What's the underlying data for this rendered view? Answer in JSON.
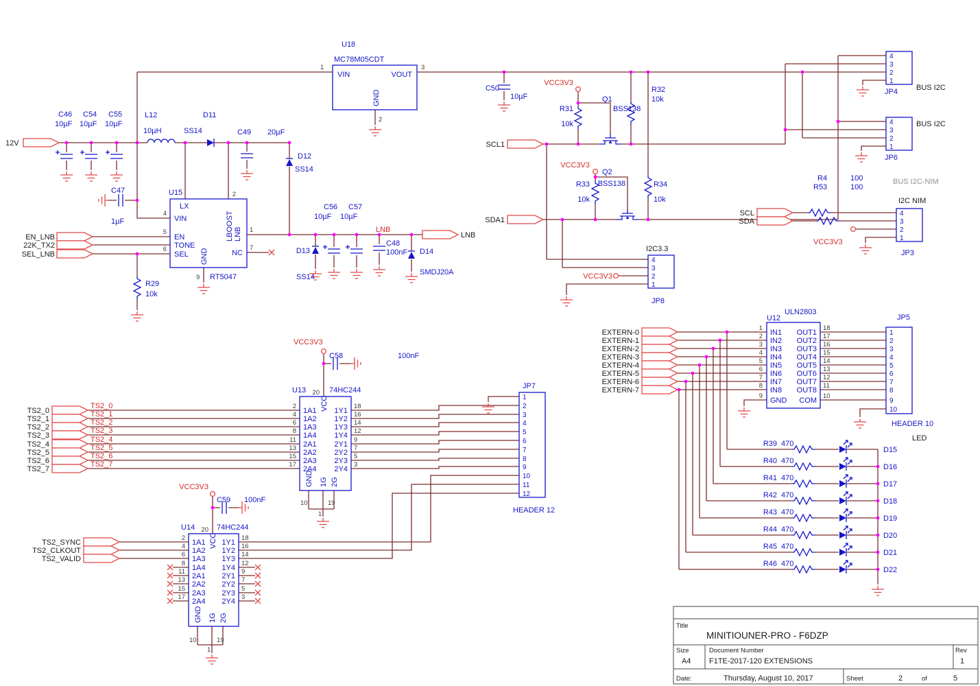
{
  "colors": {
    "wire": "#7c2d2d",
    "component": "#1414c8",
    "accent_red": "#e04848",
    "net_label": "#d42a2a",
    "junction": "#ff00ff",
    "muted": "#909090"
  },
  "power": {
    "v12": "12V",
    "c46": {
      "ref": "C46",
      "val": "10µF"
    },
    "c54": {
      "ref": "C54",
      "val": "10µF"
    },
    "c55": {
      "ref": "C55",
      "val": "10µF"
    },
    "l12": {
      "ref": "L12",
      "val": "10µH"
    },
    "d11": {
      "ref": "D11",
      "val": "SS14"
    },
    "c49": {
      "ref": "C49",
      "val": "20µF"
    },
    "u18": {
      "ref": "U18",
      "part": "MC78M05CDT",
      "vin": "VIN",
      "vout": "VOUT",
      "gnd": "GND",
      "n1": "1",
      "n3": "3",
      "n2": "2"
    },
    "c50": {
      "ref": "C50",
      "val": "10µF"
    },
    "c47": {
      "ref": "C47",
      "val": "1µF"
    },
    "u15": {
      "ref": "U15",
      "part": "RT5047",
      "vin": "VIN",
      "en": "EN",
      "tone": "TONE",
      "sel": "SEL",
      "n_vin": "4",
      "n_en": "5",
      "n_sel": "6",
      "lx": "LX",
      "lboost": "LBOOST",
      "n_lboost": "2",
      "lnb": "LNB",
      "n_lnb": "1",
      "nc": "NC",
      "n_nc": "7",
      "gnd": "GND",
      "n_gnd": "9"
    },
    "in_en": "EN_LNB",
    "in_tone": "22K_TX2",
    "in_sel": "SEL_LNB",
    "r29": {
      "ref": "R29",
      "val": "10k"
    },
    "d12": {
      "ref": "D12",
      "val": "SS14"
    },
    "d13": {
      "ref": "D13",
      "val": "SS14"
    },
    "c56": {
      "ref": "C56",
      "val": "10µF"
    },
    "c57": {
      "ref": "C57",
      "val": "10µF"
    },
    "c48": {
      "ref": "C48",
      "val": "100nF"
    },
    "d14": {
      "ref": "D14",
      "val": "SMDJ20A"
    },
    "lnb_net": "LNB",
    "lnb_conn": "LNB"
  },
  "i2c": {
    "vcc": "VCC3V3",
    "scl1": "SCL1",
    "sda1": "SDA1",
    "r31": {
      "ref": "R31",
      "val": "10k"
    },
    "r32": {
      "ref": "R32",
      "val": "10k"
    },
    "r33": {
      "ref": "R33",
      "val": "10k"
    },
    "r34": {
      "ref": "R34",
      "val": "10k"
    },
    "q1": {
      "ref": "Q1",
      "part": "BSS138"
    },
    "q2": {
      "ref": "Q2",
      "part": "BSS138"
    },
    "jp4": {
      "ref": "JP4",
      "bus": "BUS I2C",
      "pins": [
        "4",
        "3",
        "2",
        "1"
      ]
    },
    "jp6": {
      "ref": "JP6",
      "bus": "BUS I2C",
      "pins": [
        "4",
        "3",
        "2",
        "1"
      ]
    },
    "jp8": {
      "ref": "JP8",
      "title": "I2C3.3",
      "pins": [
        "4",
        "3",
        "2",
        "1"
      ]
    },
    "nim": {
      "bus": "BUS I2C-NIM",
      "scl": "SCL",
      "sda": "SDA",
      "r4": {
        "ref": "R4",
        "val": "100"
      },
      "r53": {
        "ref": "R53",
        "val": "100"
      },
      "jp3": {
        "ref": "JP3",
        "title": "I2C NIM",
        "pins": [
          "4",
          "3",
          "2",
          "1"
        ]
      }
    }
  },
  "uln": {
    "part": "ULN2803",
    "ref": "U12",
    "lnums": [
      "1",
      "2",
      "3",
      "4",
      "5",
      "6",
      "7",
      "8",
      "9"
    ],
    "lpins": [
      "IN1",
      "IN2",
      "IN3",
      "IN4",
      "IN5",
      "IN6",
      "IN7",
      "IN8",
      "GND"
    ],
    "rnums": [
      "18",
      "17",
      "16",
      "15",
      "14",
      "13",
      "12",
      "11",
      "10"
    ],
    "rpins": [
      "OUT1",
      "OUT2",
      "OUT3",
      "OUT4",
      "OUT5",
      "OUT6",
      "OUT7",
      "OUT8",
      "COM"
    ],
    "externs": [
      "EXTERN-0",
      "EXTERN-1",
      "EXTERN-2",
      "EXTERN-3",
      "EXTERN-4",
      "EXTERN-5",
      "EXTERN-6",
      "EXTERN-7"
    ],
    "jp5": {
      "ref": "JP5",
      "type": "HEADER 10",
      "pins": [
        "1",
        "2",
        "3",
        "4",
        "5",
        "6",
        "7",
        "8",
        "9",
        "10"
      ]
    },
    "led_title": "LED",
    "leds": [
      {
        "r": "R39",
        "rv": "470",
        "d": "D15"
      },
      {
        "r": "R40",
        "rv": "470",
        "d": "D16"
      },
      {
        "r": "R41",
        "rv": "470",
        "d": "D17"
      },
      {
        "r": "R42",
        "rv": "470",
        "d": "D18"
      },
      {
        "r": "R43",
        "rv": "470",
        "d": "D19"
      },
      {
        "r": "R44",
        "rv": "470.",
        "d": "D20"
      },
      {
        "r": "R45",
        "rv": "470",
        "d": "D21"
      },
      {
        "r": "R46",
        "rv": "470",
        "d": "D22"
      }
    ]
  },
  "buf1": {
    "ref": "U13",
    "part": "74HC244",
    "vcc_net": "VCC3V3",
    "c58": {
      "ref": "C58",
      "val": "100nF"
    },
    "vcc_pin": "VCC",
    "vcc_num": "20",
    "innums": [
      "2",
      "4",
      "6",
      "8",
      "11",
      "13",
      "15",
      "17"
    ],
    "inpins": [
      "1A1",
      "1A2",
      "1A3",
      "1A4",
      "2A1",
      "2A2",
      "2A3",
      "2A4"
    ],
    "outpins": [
      "1Y1",
      "1Y2",
      "1Y3",
      "1Y4",
      "2Y1",
      "2Y2",
      "2Y3",
      "2Y4"
    ],
    "outnums": [
      "18",
      "16",
      "14",
      "12",
      "9",
      "7",
      "5",
      "3"
    ],
    "gnd": "GND",
    "g1": "1G",
    "g2": "2G",
    "gnd_num": "10",
    "g1_num": "1",
    "g2_num": "19",
    "conns": [
      "TS2_0",
      "TS2_1",
      "TS2_2",
      "TS2_3",
      "TS2_4",
      "TS2_5",
      "TS2_6",
      "TS2_7"
    ],
    "nets": [
      "TS2_0",
      "TS2_1",
      "TS2_2",
      "TS2_3",
      "TS2_4",
      "TS2_5",
      "TS2_6",
      "TS2_7"
    ],
    "jp7": {
      "ref": "JP7",
      "type": "HEADER 12",
      "pins": [
        "1",
        "2",
        "3",
        "4",
        "5",
        "6",
        "7",
        "8",
        "9",
        "10",
        "11",
        "12"
      ]
    }
  },
  "buf2": {
    "ref": "U14",
    "part": "74HC244",
    "vcc_net": "VCC3V3",
    "c59": {
      "ref": "C59",
      "val": "100nF"
    },
    "vcc_pin": "VCC",
    "vcc_num": "20",
    "innums": [
      "2",
      "4",
      "6",
      "8",
      "11",
      "13",
      "15",
      "17"
    ],
    "inpins": [
      "1A1",
      "1A2",
      "1A3",
      "1A4",
      "2A1",
      "2A2",
      "2A3",
      "2A4"
    ],
    "outpins": [
      "1Y1",
      "1Y2",
      "1Y3",
      "1Y4",
      "2Y1",
      "2Y2",
      "2Y3",
      "2Y4"
    ],
    "outnums": [
      "18",
      "16",
      "14",
      "12",
      "9",
      "7",
      "5",
      "3"
    ],
    "gnd": "GND",
    "g1": "1G",
    "g2": "2G",
    "gnd_num": "10",
    "g1_num": "1",
    "g2_num": "19",
    "conns": [
      "TS2_SYNC",
      "TS2_CLKOUT",
      "TS2_VALID"
    ]
  },
  "title_block": {
    "title_label": "Title",
    "title": "MINITIOUNER-PRO  -  F6DZP",
    "size_label": "Size",
    "size": "A4",
    "doc_label": "Document Number",
    "doc": "F1TE-2017-120    EXTENSIONS",
    "rev_label": "Rev",
    "rev": "1",
    "date_label": "Date:",
    "date": "Thursday, August 10, 2017",
    "sheet_label": "Sheet",
    "sheet": "2",
    "of": "of",
    "total": "5"
  }
}
